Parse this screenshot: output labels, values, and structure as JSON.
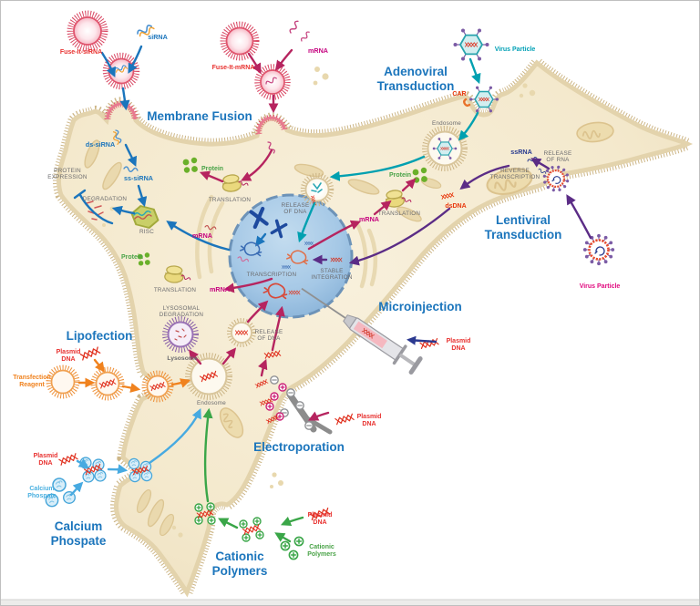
{
  "headings": {
    "membrane_fusion": "Membrane Fusion",
    "adenoviral": [
      "Adenoviral",
      "Transduction"
    ],
    "lentiviral": [
      "Lentiviral",
      "Transduction"
    ],
    "microinjection": "Microinjection",
    "electroporation": "Electroporation",
    "lipofection": "Lipofection",
    "calcium_phosphate": [
      "Calcium",
      "Phospate"
    ],
    "cationic_polymers": [
      "Cationic",
      "Polymers"
    ]
  },
  "agents": {
    "fuse_it_sirna": "Fuse-It-siRNA",
    "sirna": "siRNA",
    "fuse_it_mrna": "Fuse-It-mRNA",
    "mrna": "mRNA",
    "virus_particle_adeno": "Virus Particle",
    "car": "CAR",
    "virus_particle_lenti": "Virus Particle",
    "plasmid_dna": [
      "Plasmid",
      "DNA"
    ],
    "transfection_reagent": [
      "Transfection",
      "Reagent"
    ],
    "calcium_phospate": [
      "Calcium",
      "Phospate"
    ],
    "cationic_polymers": [
      "Cationic",
      "Polymers"
    ]
  },
  "process": {
    "protein_expression": [
      "PROTEIN",
      "EXPRESSION"
    ],
    "degradation": "DEGRADATION",
    "ds_sirna": "ds-siRNA",
    "ss_sirna": "ss-siRNA",
    "risc": "RISC",
    "mrna": "mRNA",
    "protein": "Protein",
    "translation": "TRANSLATION",
    "transcription": "TRANSCRIPTION",
    "stable_integration": [
      "STABLE",
      "INTEGRATION"
    ],
    "release_of_dna": [
      "RELEASE",
      "OF DNA"
    ],
    "release_of_rna": [
      "RELEASE",
      "OF RNA"
    ],
    "reverse_transcription": [
      "REVERSE",
      "TRANSCRIPTION"
    ],
    "ssrna": "ssRNA",
    "dsdna": "dsDNA",
    "lysosomal_degradation": [
      "LYSOSOMAL",
      "DEGRADATION"
    ],
    "lysosome": "Lysosome",
    "endosome": "Endosome"
  },
  "colors": {
    "heading_blue": "#1b75bc",
    "sirna_blue": "#1b75bc",
    "mrna_crimson": "#b6245f",
    "magenta": "#c5007e",
    "adeno_teal": "#00a0b0",
    "lenti_purple": "#5b2c86",
    "lipo_orange": "#f0821e",
    "calcium_lightblue": "#47aae1",
    "cationic_green": "#3aa648",
    "plasmid_red": "#e0301e",
    "cell_fill": "#f5ebd2",
    "membrane": "#cdb687",
    "nucleus_blue": "#9cc1e2",
    "gray_label": "#6b6b6e"
  }
}
